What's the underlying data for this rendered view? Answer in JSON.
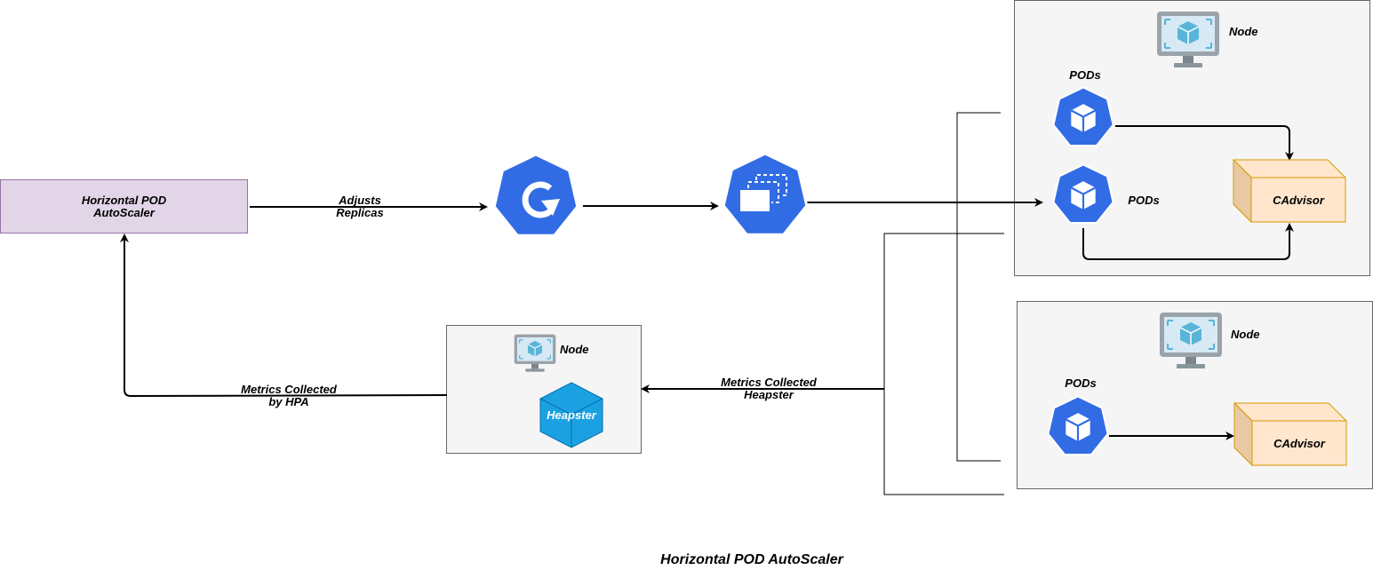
{
  "title": "Horizontal POD AutoScaler",
  "hpa": {
    "line1": "Horizontal POD",
    "line2": "AutoScaler"
  },
  "edges": {
    "adjusts": {
      "line1": "Adjusts",
      "line2": "Replicas"
    },
    "metrics_hpa": {
      "line1": "Metrics Collected",
      "line2": "by HPA"
    },
    "metrics_heapster": {
      "line1": "Metrics Collected",
      "line2": "Heapster"
    }
  },
  "heapster_node": {
    "node_label": "Node",
    "heapster_label": "Heapster"
  },
  "node1": {
    "node_label": "Node",
    "pods_top": "PODs",
    "pods_mid": "PODs",
    "cadvisor": "CAdvisor"
  },
  "node2": {
    "node_label": "Node",
    "pods": "PODs",
    "cadvisor": "CAdvisor"
  },
  "colors": {
    "k8s_blue": "#326ce5",
    "hpa_fill": "#e1d5e7",
    "hpa_stroke": "#9673a6",
    "node_fill": "#f5f5f5",
    "node_stroke": "#666666",
    "cadvisor_fill": "#ffe6cc",
    "cadvisor_stroke": "#d79b00",
    "heapster_fill": "#1ba1e2"
  },
  "icons": [
    "deployment-icon",
    "replicaset-icon",
    "pod-icon",
    "monitor-node-icon",
    "heapster-cube-icon",
    "cadvisor-box-icon"
  ]
}
